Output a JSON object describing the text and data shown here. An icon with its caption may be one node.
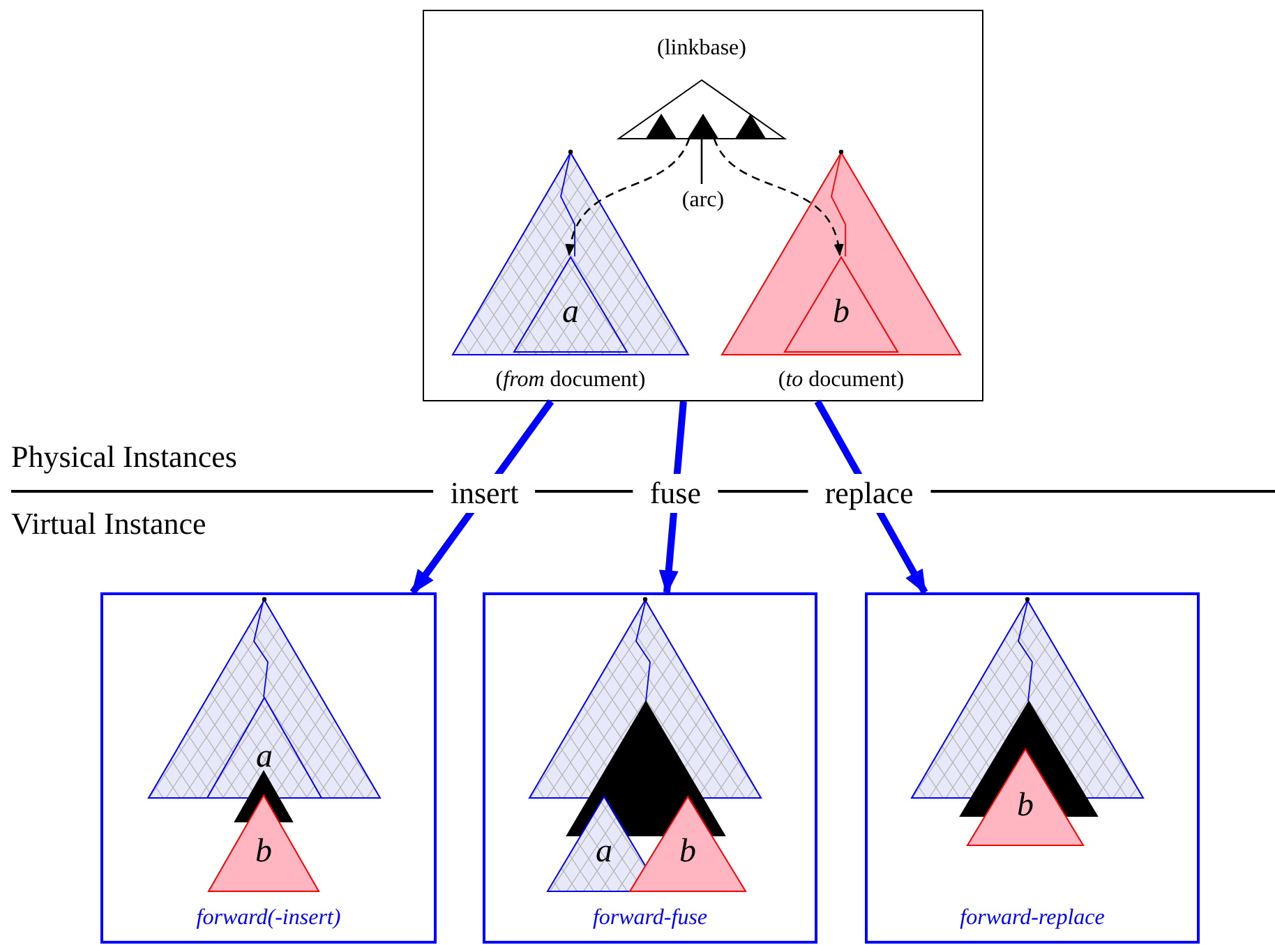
{
  "diagram": {
    "nodes": [
      {
        "text": [],
        "shape": "box"
      },
      {
        "text": [
          "(linkbase)"
        ],
        "in": 0
      },
      {
        "text": [],
        "shape": "triangle",
        "in": 1
      },
      {
        "text": [
          "(arc)"
        ],
        "in": 0
      },
      {
        "text": [
          "(*from* document)"
        ],
        "in": 0
      },
      {
        "text": [
          "a"
        ],
        "in": 4
      },
      {
        "text": [
          "(*to* document)"
        ],
        "in": 0
      },
      {
        "text": [
          "b"
        ],
        "in": 6
      },
      {
        "text": [
          "forward(-insert)"
        ]
      },
      {
        "text": [
          "a"
        ],
        "in": 8
      },
      {
        "text": [
          "b"
        ],
        "in": 8
      },
      {
        "text": [
          "forward-fuse"
        ]
      },
      {
        "text": [
          "a"
        ],
        "in": 11
      },
      {
        "text": [
          "b"
        ],
        "in": 11
      },
      {
        "text": [
          "forward-replace"
        ]
      },
      {
        "text": [
          "b"
        ],
        "in": 14
      },
      {
        "text": [],
        "shape": "triangle",
        "in": 1
      },
      {
        "text": [],
        "shape": "triangle",
        "in": 1
      }
    ],
    "edges": [
      {
        "from": 0,
        "to": 8,
        "arrow": "to",
        "label": "insert",
        "style": "thick",
        "color": "#0000ff"
      },
      {
        "from": 0,
        "to": 11,
        "arrow": "to",
        "label": "fuse",
        "style": "thick",
        "color": "#0000ff"
      },
      {
        "from": 0,
        "to": 14,
        "arrow": "to",
        "label": "replace",
        "style": "thick",
        "color": "#0000ff"
      },
      {
        "from": 16,
        "to": 5,
        "arrow": "to",
        "style": "dashed",
        "color": "#000000"
      },
      {
        "from": 16,
        "to": 7,
        "arrow": "to",
        "style": "dashed",
        "color": "#000000"
      },
      {
        "from": 3,
        "to": 16,
        "arrow": "none",
        "color": "#000000"
      }
    ],
    "labels": [
      "Physical Instances",
      "Virtual Instance"
    ]
  }
}
